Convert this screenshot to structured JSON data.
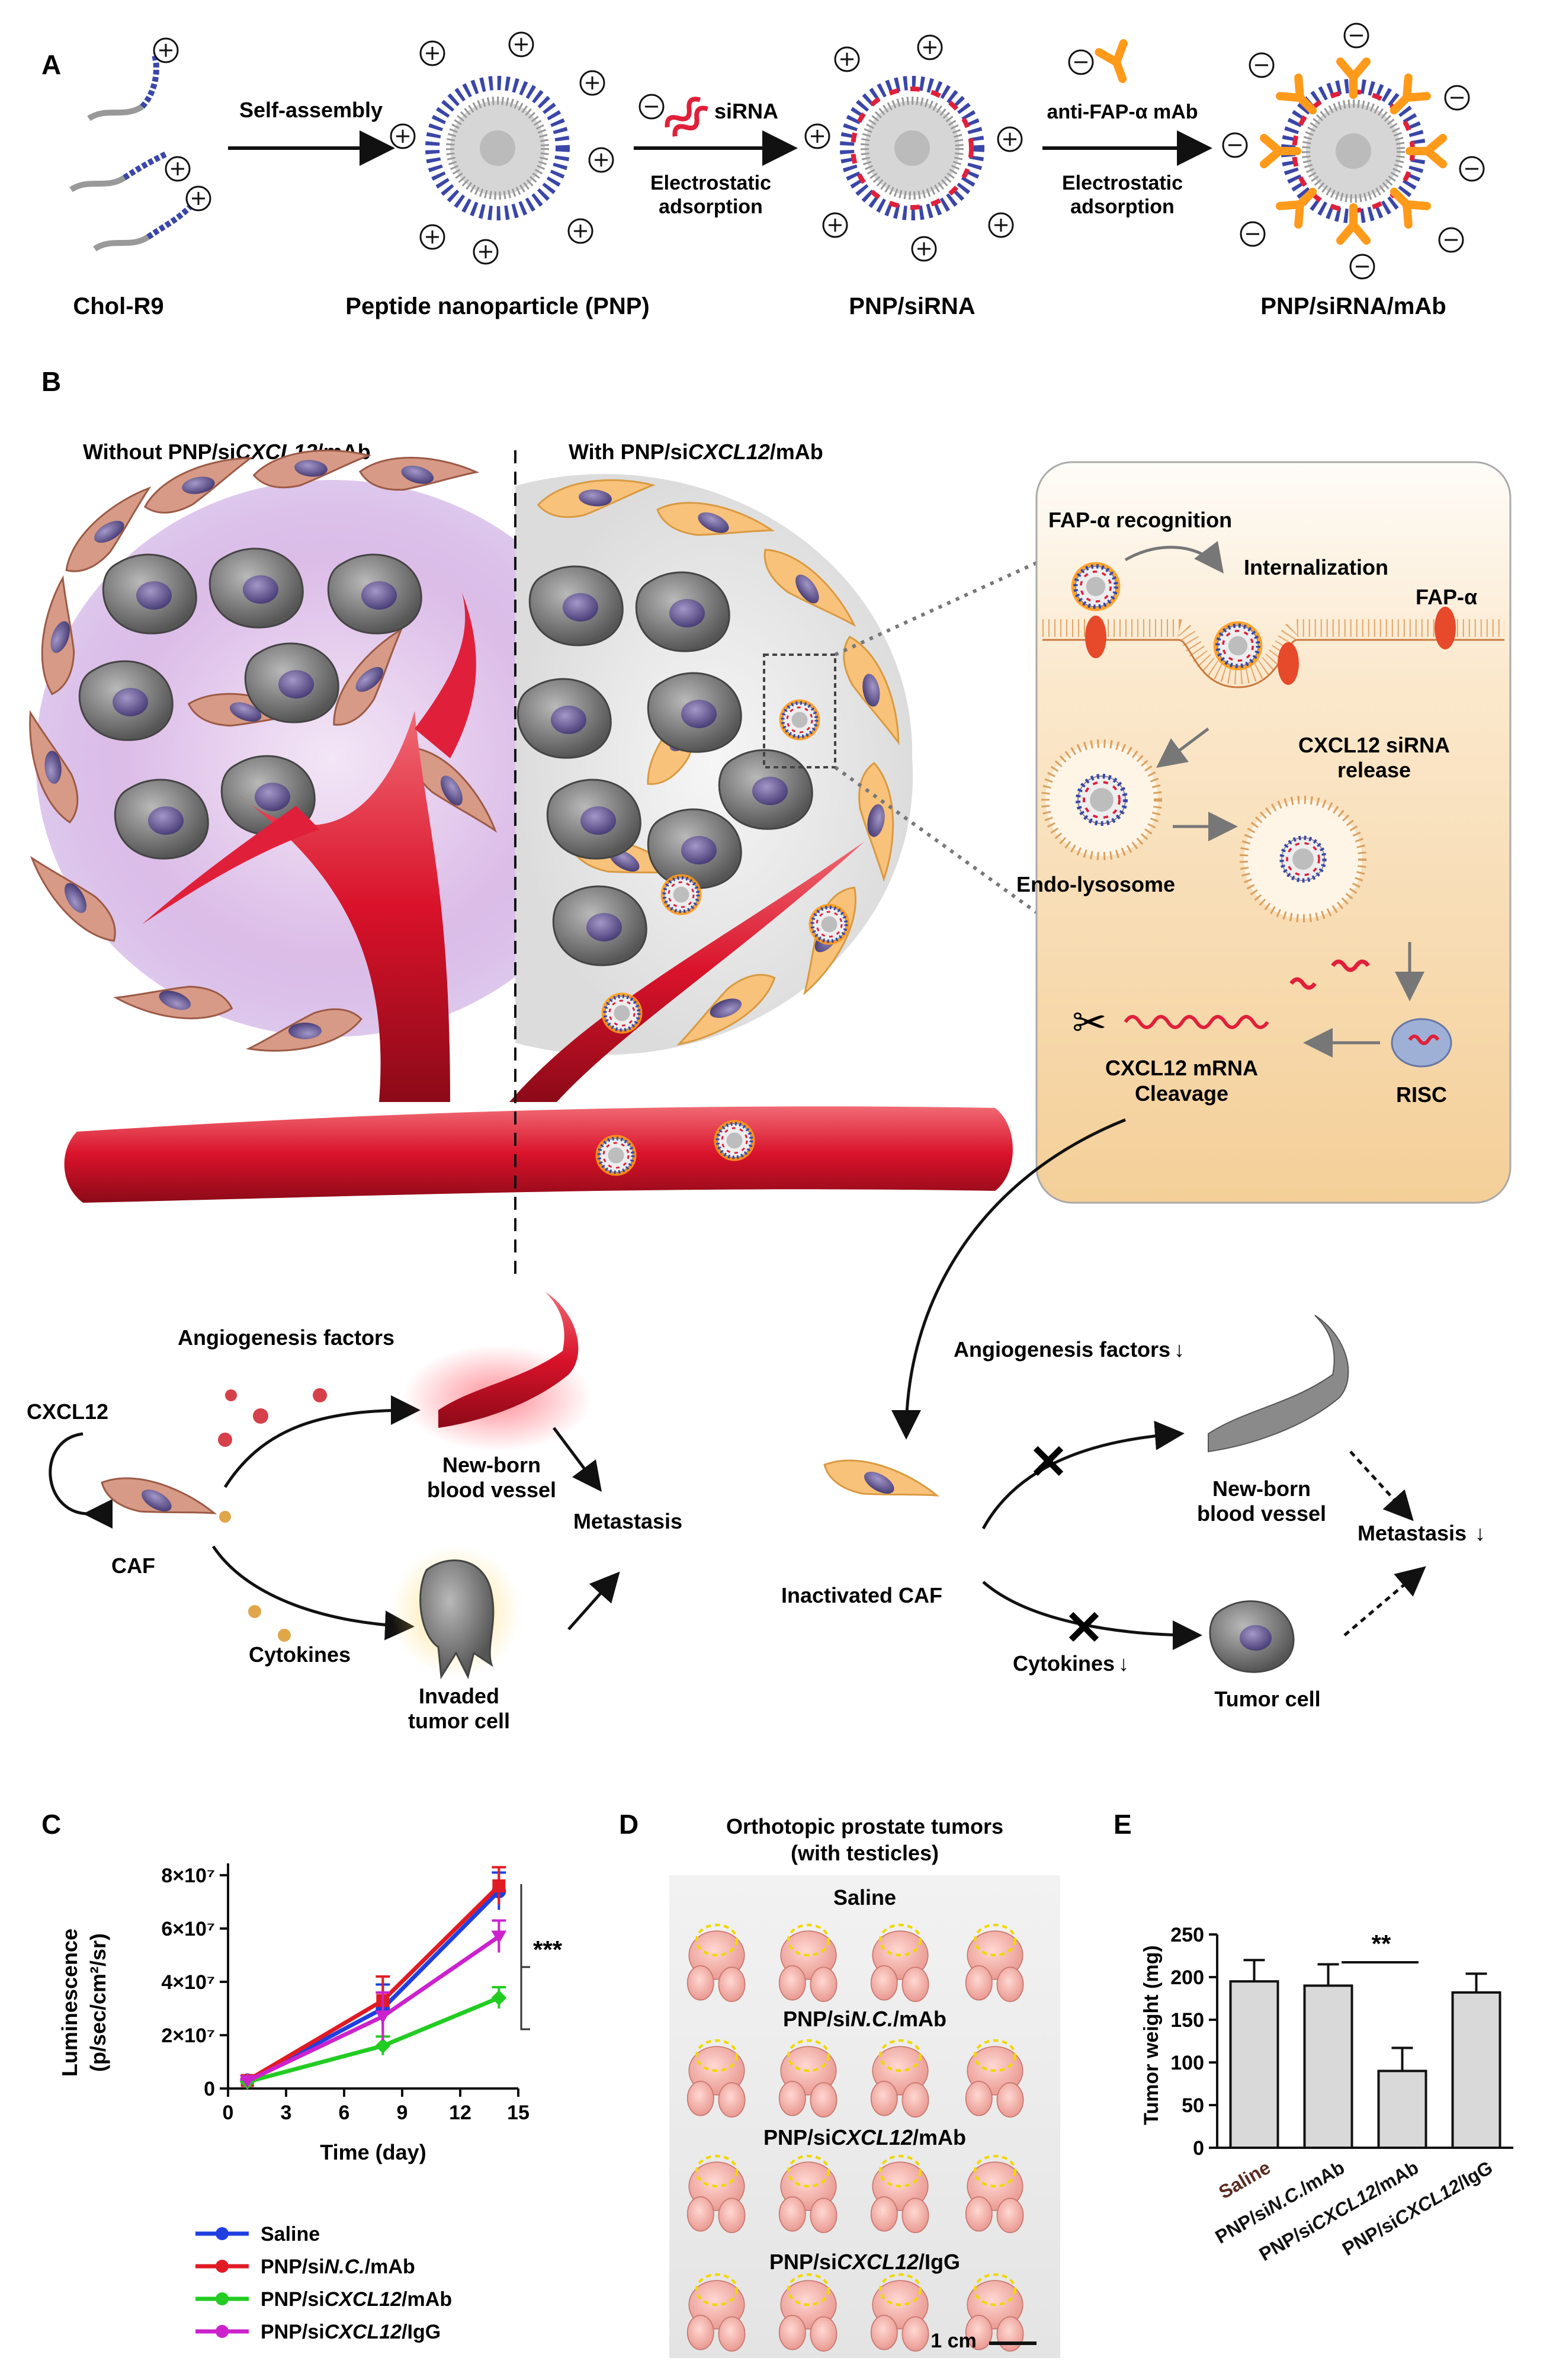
{
  "panel_a": {
    "letter": "A",
    "labels": [
      "Chol-R9",
      "Peptide nanoparticle (PNP)",
      "PNP/siRNA",
      "PNP/siRNA/mAb"
    ],
    "step1": "Self-assembly",
    "step2_reagent": "siRNA",
    "step2_l1": "Electrostatic",
    "step2_l2": "adsorption",
    "step3_reagent": "anti-FAP-α mAb",
    "step3_l1": "Electrostatic",
    "step3_l2": "adsorption"
  },
  "panel_b": {
    "letter": "B",
    "without_pre": "Without PNP/si",
    "without_ital": "CXCL12",
    "without_post": "/mAb",
    "with_pre": "With PNP/si",
    "with_ital": "CXCL12",
    "with_post": "/mAb",
    "inset": {
      "fap_recognition": "FAP-α recognition",
      "internalization": "Internalization",
      "fap_alpha": "FAP-α",
      "release_l1": "CXCL12 siRNA",
      "release_l2": "release",
      "endo": "Endo-lysosome",
      "cleavage_l1": "CXCL12 mRNA",
      "cleavage_l2": "Cleavage",
      "risc": "RISC"
    },
    "left_flow": {
      "angiogenesis": "Angiogenesis factors",
      "cxcl12": "CXCL12",
      "caf": "CAF",
      "cytokines": "Cytokines",
      "vessel_l1": "New-born",
      "vessel_l2": "blood vessel",
      "invaded_l1": "Invaded",
      "invaded_l2": "tumor cell",
      "metastasis": "Metastasis"
    },
    "right_flow": {
      "angiogenesis": "Angiogenesis factors",
      "down_arrow": "↓",
      "inactivated": "Inactivated CAF",
      "cytokines": "Cytokines",
      "vessel_l1": "New-born",
      "vessel_l2": "blood vessel",
      "tumor_cell": "Tumor cell",
      "metastasis": "Metastasis"
    }
  },
  "panel_c": {
    "letter": "C",
    "significance": "***",
    "chart_data": {
      "type": "line",
      "xlabel": "Time (day)",
      "ylabel_l1": "Luminescence",
      "ylabel_l2": "(p/sec/cm²/sr)",
      "x": [
        1,
        8,
        14
      ],
      "xlim": [
        0,
        15
      ],
      "ylim": [
        0,
        80000000
      ],
      "xticks": [
        "0",
        "3",
        "6",
        "9",
        "12",
        "15"
      ],
      "yticks": [
        "0",
        "2×10⁷",
        "4×10⁷",
        "6×10⁷",
        "8×10⁷"
      ],
      "series": [
        {
          "name": "Saline",
          "color": "#1f3fe0",
          "values": [
            3000000,
            30000000,
            74000000
          ],
          "errors": [
            500000,
            9000000,
            7000000
          ]
        },
        {
          "name": "PNP/siN.C./mAb",
          "color": "#e01b24",
          "values": [
            3000000,
            33000000,
            76000000
          ],
          "errors": [
            500000,
            9000000,
            7000000
          ]
        },
        {
          "name": "PNP/siCXCL12/mAb",
          "color": "#22cc22",
          "values": [
            2500000,
            16000000,
            34000000
          ],
          "errors": [
            500000,
            3500000,
            4000000
          ]
        },
        {
          "name": "PNP/siCXCL12/IgG",
          "color": "#cc22cc",
          "values": [
            2800000,
            27000000,
            57000000
          ],
          "errors": [
            500000,
            9000000,
            6000000
          ]
        }
      ]
    }
  },
  "panel_d": {
    "letter": "D",
    "title_l1": "Orthotopic prostate tumors",
    "title_l2": "(with testicles)",
    "groups": [
      {
        "pre": "Saline",
        "ital": "",
        "post": ""
      },
      {
        "pre": "PNP/si",
        "ital": "N.C.",
        "post": "/mAb"
      },
      {
        "pre": "PNP/si",
        "ital": "CXCL12",
        "post": "/mAb"
      },
      {
        "pre": "PNP/si",
        "ital": "CXCL12",
        "post": "/IgG"
      }
    ],
    "scale_bar": "1 cm"
  },
  "panel_e": {
    "letter": "E",
    "significance": "**",
    "chart_data": {
      "type": "bar",
      "ylabel": "Tumor weight (mg)",
      "categories": [
        "Saline",
        "PNP/siN.C./mAb",
        "PNP/siCXCL12/mAb",
        "PNP/siCXCL12/IgG"
      ],
      "values": [
        195,
        190,
        90,
        182
      ],
      "errors": [
        25,
        25,
        27,
        22
      ],
      "ylim": [
        0,
        250
      ],
      "yticks": [
        "0",
        "50",
        "100",
        "150",
        "200",
        "250"
      ],
      "bar_color": "#d9d9d9"
    }
  }
}
